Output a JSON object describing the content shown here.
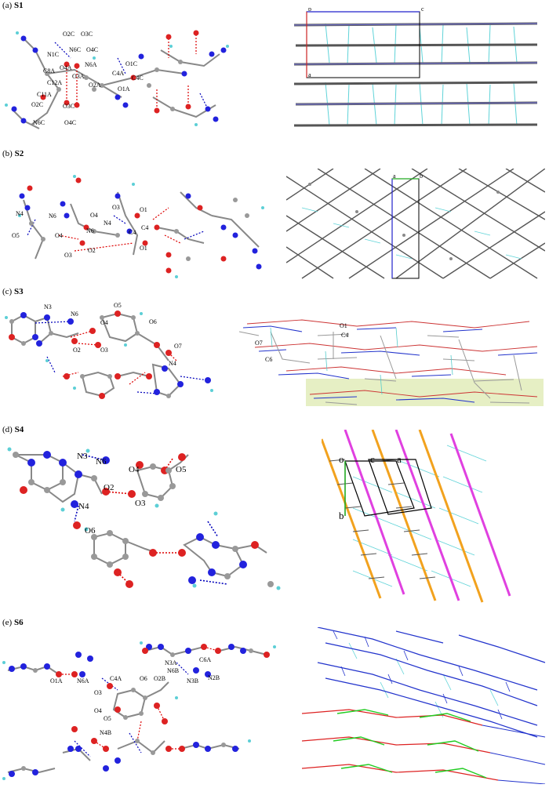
{
  "panels": [
    {
      "prefix": "(a)",
      "name": "S1",
      "left_labels": [
        "O2C",
        "O3C",
        "N1C",
        "N6C",
        "O4C",
        "C8A",
        "O4A",
        "N6A",
        "C4A",
        "O1C",
        "C12A",
        "O3A",
        "O2A",
        "C4C",
        "C11A",
        "O1A",
        "O2C",
        "O3C",
        "N6C",
        "O4C"
      ],
      "cell_labels": [
        "b",
        "c",
        "a"
      ]
    },
    {
      "prefix": "(b)",
      "name": "S2",
      "left_labels": [
        "O3",
        "N4",
        "N6",
        "O4",
        "N4",
        "O1",
        "C4",
        "O5",
        "O4",
        "N6",
        "C4",
        "O3",
        "O2",
        "O1"
      ],
      "cell_labels": [
        "a",
        "b"
      ]
    },
    {
      "prefix": "(c)",
      "name": "S3",
      "left_labels": [
        "N3",
        "N6",
        "O5",
        "O4",
        "O6",
        "O2",
        "O3",
        "O7",
        "N4"
      ],
      "right_labels": [
        "O1",
        "C4",
        "O7",
        "C6"
      ]
    },
    {
      "prefix": "(d)",
      "name": "S4",
      "left_labels": [
        "N3",
        "N6",
        "O4",
        "O5",
        "O2",
        "O3",
        "N4",
        "O6"
      ],
      "cell_labels": [
        "o",
        "c",
        "a",
        "b"
      ]
    },
    {
      "prefix": "(e)",
      "name": "S6",
      "left_labels": [
        "N3A",
        "C6A",
        "N6B",
        "N2B",
        "O1A",
        "N6A",
        "C4A",
        "O6",
        "O2B",
        "N3B",
        "O3",
        "O4",
        "O5",
        "N4B"
      ]
    }
  ]
}
